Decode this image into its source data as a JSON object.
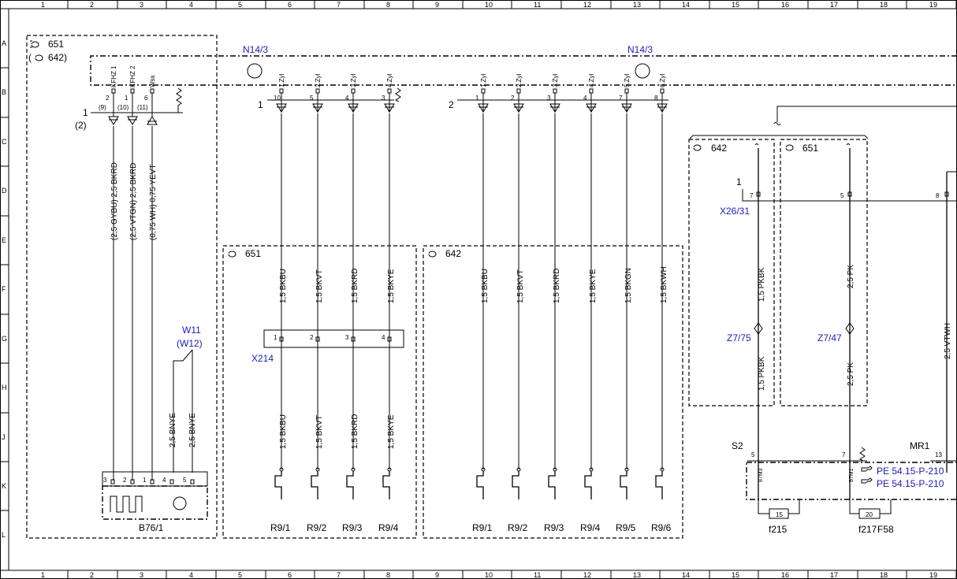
{
  "frame": {
    "columns": [
      "1",
      "2",
      "3",
      "4",
      "5",
      "6",
      "7",
      "8",
      "9",
      "10",
      "11",
      "12",
      "13",
      "14",
      "15",
      "16",
      "17",
      "18",
      "19"
    ],
    "rows": [
      "A",
      "B",
      "C",
      "D",
      "E",
      "F",
      "G",
      "H",
      "J",
      "K",
      "L"
    ]
  },
  "left_block": {
    "variants": [
      "651",
      "(",
      "642)"
    ],
    "pins": [
      {
        "name": "KFHZ 1",
        "num": "2",
        "alt": "(9)"
      },
      {
        "name": "KFHZ 2",
        "num": "1",
        "alt": "(10)"
      },
      {
        "name": "Wss",
        "num": "6",
        "alt": "(11)"
      }
    ],
    "conn_num": "1",
    "conn_alt": "(2)",
    "wires": [
      "(2,5 GYBU) 2,5 BKRD",
      "(2,5 VTGN) 2,5 BKRD",
      "(0,75 WH) 0,75 YEVT"
    ],
    "w11": "W11",
    "w12": "(W12)",
    "bnye": [
      "2,5 BNYE",
      "2,5 BNYE"
    ],
    "b76_pins": [
      "3",
      "2",
      "1",
      "4",
      "5"
    ],
    "b76_label": "B76/1"
  },
  "n14_left": {
    "label": "N14/3",
    "conn_num": "1",
    "pins": [
      {
        "name": "1.Zyl",
        "num": "10"
      },
      {
        "name": "2.Zyl",
        "num": "5"
      },
      {
        "name": "3.Zyl",
        "num": "4"
      },
      {
        "name": "4.Zyl",
        "num": "3"
      }
    ]
  },
  "n14_right": {
    "label": "N14/3",
    "conn_num": "2",
    "pins": [
      {
        "name": "1.Zyl",
        "num": "1"
      },
      {
        "name": "2.Zyl",
        "num": "2"
      },
      {
        "name": "3.Zyl",
        "num": "3"
      },
      {
        "name": "4.Zyl",
        "num": "4"
      },
      {
        "name": "5.Zyl",
        "num": "7"
      },
      {
        "name": "6.Zyl",
        "num": "8"
      }
    ]
  },
  "block651": {
    "variant": "651",
    "wires": [
      "1,5 BKBU",
      "1,5 BKVT",
      "1,5 BKRD",
      "1,5 BKYE"
    ],
    "x214_label": "X214",
    "x214_pins": [
      "1",
      "2",
      "3",
      "4"
    ],
    "wires_lower": [
      "1,5 BKBU",
      "1,5 BKVT",
      "1,5 BKRD",
      "1,5 BKYE"
    ],
    "plugs": [
      "R9/1",
      "R9/2",
      "R9/3",
      "R9/4"
    ]
  },
  "block642": {
    "variant": "642",
    "wires": [
      "1,5 BKBU",
      "1,5 BKVT",
      "1,5 BKRD",
      "1,5 BKYE",
      "1,5 BKGN",
      "1,5 BKWH"
    ],
    "plugs": [
      "R9/1",
      "R9/2",
      "R9/3",
      "R9/4",
      "R9/5",
      "R9/6"
    ]
  },
  "right_section": {
    "variant_a": "642",
    "variant_b": "651",
    "x26_label": "X26/31",
    "x26_num": "1",
    "x26_pins": [
      "7",
      "5",
      "8"
    ],
    "wire_a_top": "1,5 PKBK",
    "wire_b_top": "2,5 PK",
    "z_a": "Z7/75",
    "z_b": "Z7/47",
    "wire_a_bottom": "1,5 PKBK",
    "wire_b_bottom": "2,5 PK",
    "wire_c": "2,5 VTWH",
    "s2_label": "S2",
    "s2_pin": "5",
    "s2_sub": "87M3",
    "pin7": "7",
    "pin7_sub": "87M1",
    "mr1_label": "MR1",
    "mr1_pin": "13",
    "pe_refs": [
      "PE 54.15-P-210",
      "PE 54.15-P-210"
    ],
    "fuse_a": "15",
    "fuse_b": "20",
    "f215": "f215",
    "f217": "f217",
    "f58": "F58"
  }
}
